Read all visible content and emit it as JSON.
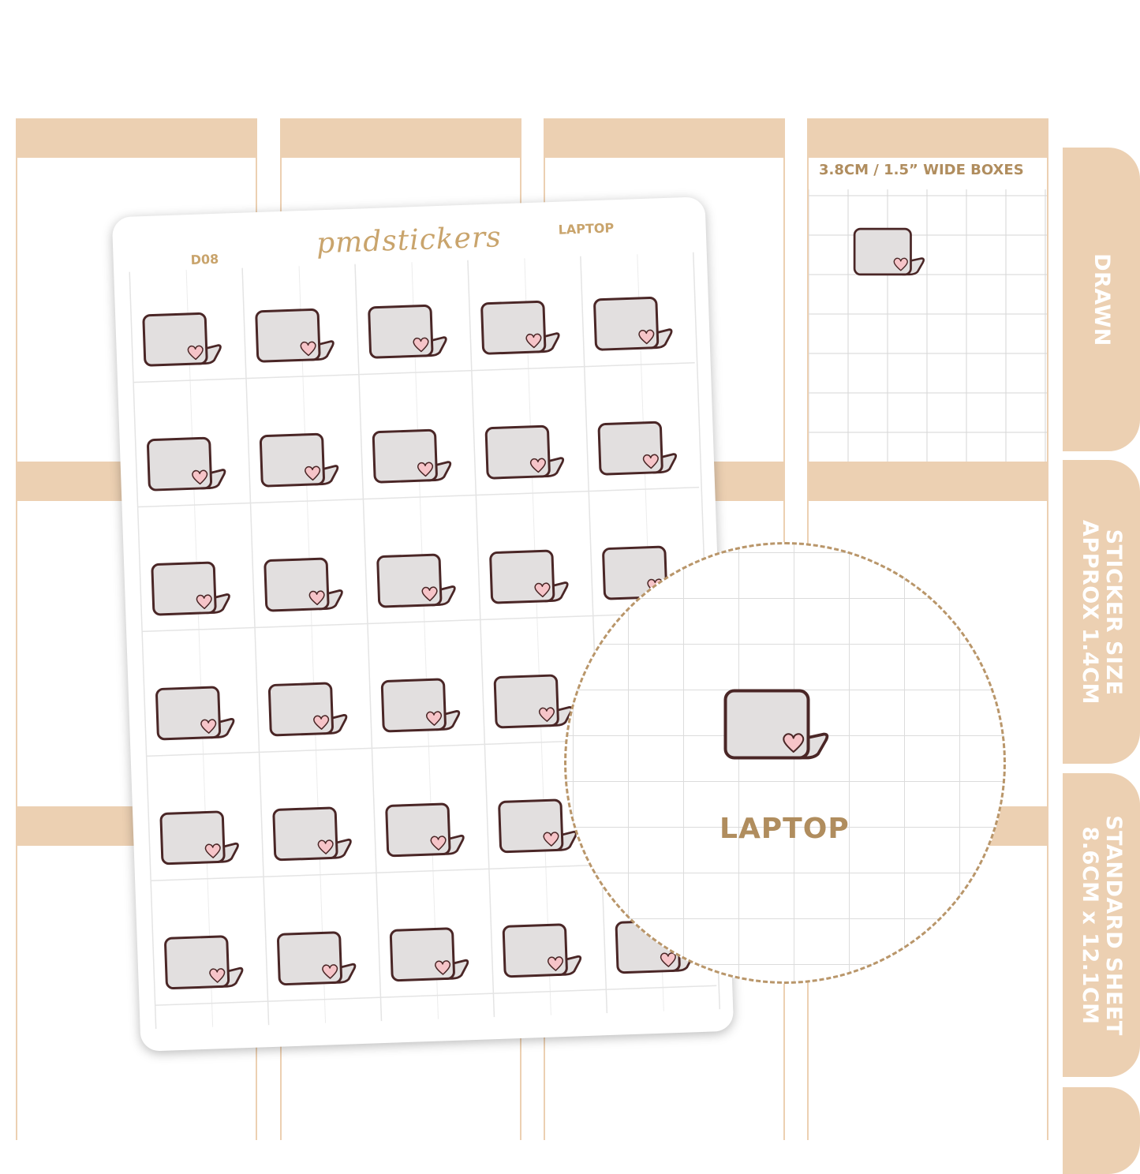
{
  "sheet": {
    "code": "D08",
    "brand": "pmdstickers",
    "name": "LAPTOP",
    "rows": 6,
    "cols": 5
  },
  "planner": {
    "wide_boxes_label": "3.8CM / 1.5” WIDE BOXES"
  },
  "side_tabs": [
    {
      "lines": [
        "DRAWN"
      ]
    },
    {
      "lines": [
        "STICKER SIZE",
        "APPROX 1.4CM"
      ]
    },
    {
      "lines": [
        "STANDARD SHEET",
        "8.6CM x 12.1CM"
      ]
    }
  ],
  "magnifier": {
    "label": "LAPTOP"
  },
  "icons": {
    "sticker": "laptop-heart-icon"
  },
  "colors": {
    "tan": "#ecd0b2",
    "text_gold": "#b08d5e",
    "laptop_fill": "#e2dfdf",
    "laptop_stroke": "#4a2626",
    "heart": "#f6c4c8"
  }
}
